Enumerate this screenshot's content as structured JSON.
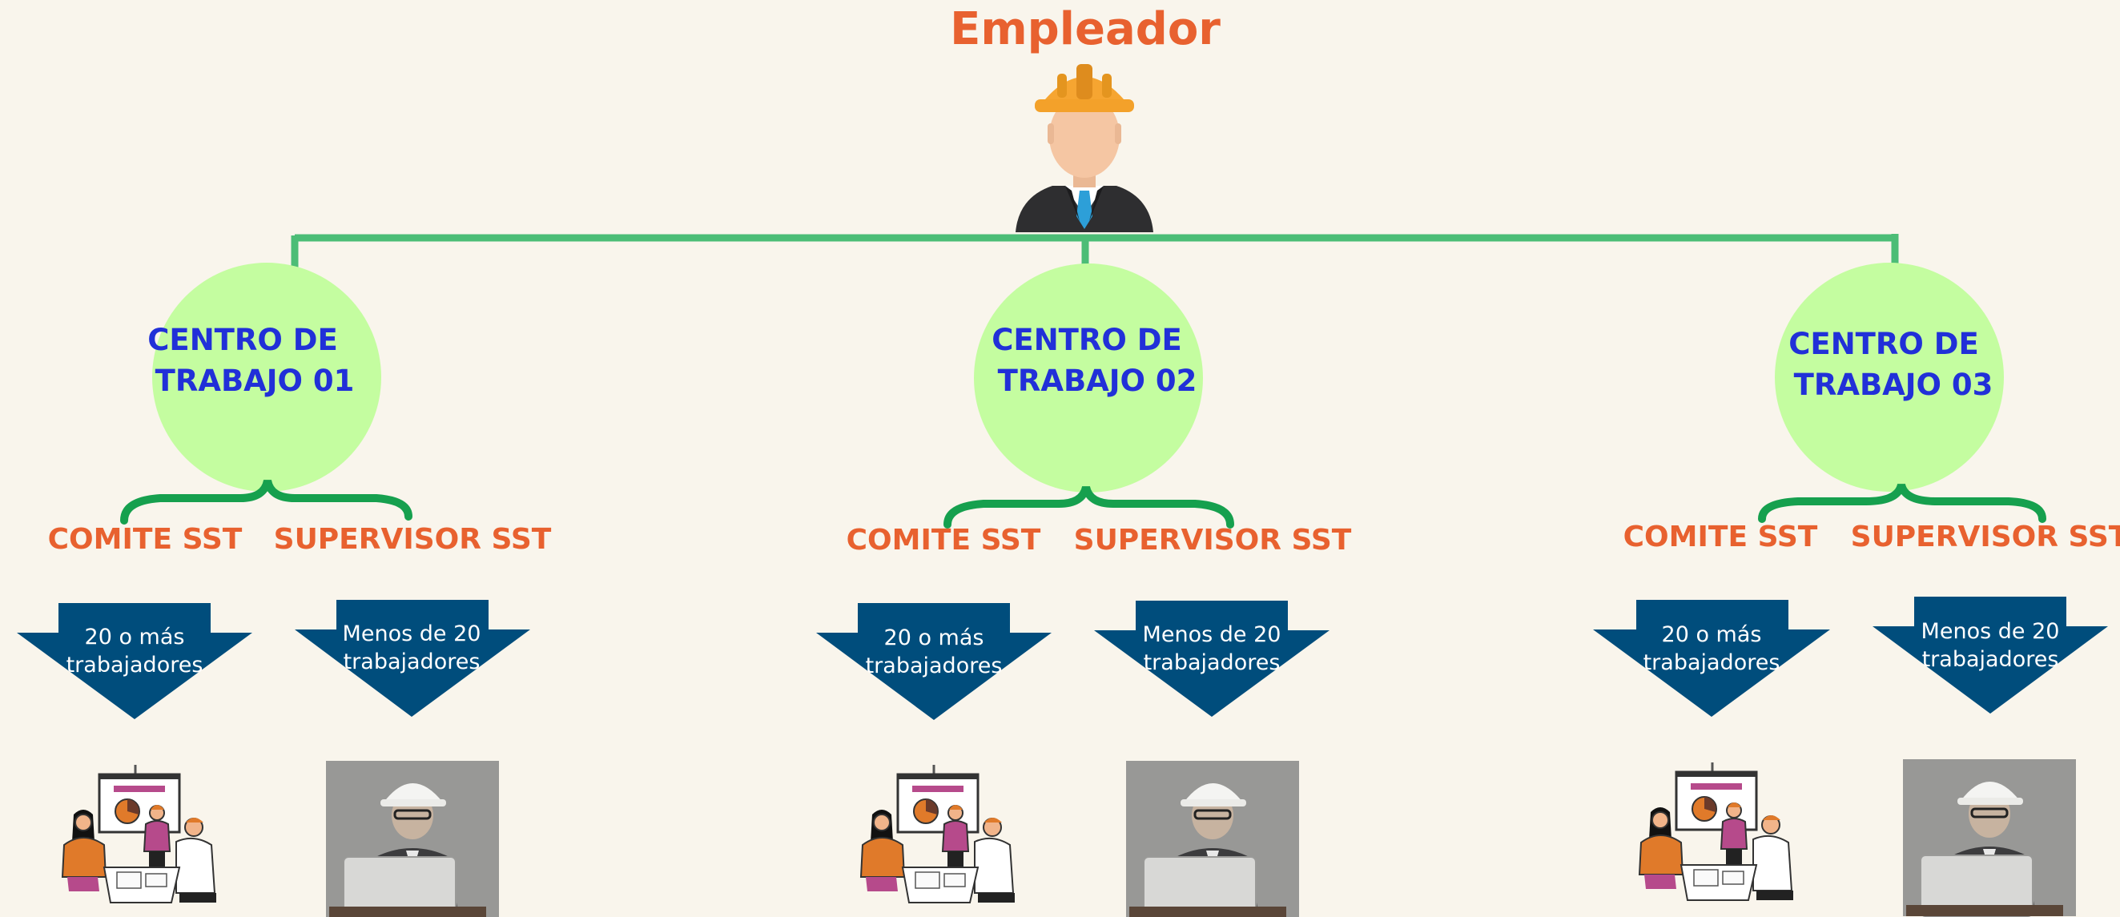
{
  "title": "Empleador",
  "centers": [
    {
      "line1": "CENTRO DE",
      "line2": "TRABAJO 01",
      "roles": [
        {
          "label": "COMITE SST",
          "arrow_line1": "20 o más",
          "arrow_line2": "trabajadores",
          "image": "meeting-illustration"
        },
        {
          "label": "SUPERVISOR SST",
          "arrow_line1": "Menos de 20",
          "arrow_line2": "trabajadores",
          "image": "supervisor-photo"
        }
      ]
    },
    {
      "line1": "CENTRO DE",
      "line2": "TRABAJO 02",
      "roles": [
        {
          "label": "COMITE SST",
          "arrow_line1": "20 o más",
          "arrow_line2": "trabajadores",
          "image": "meeting-illustration"
        },
        {
          "label": "SUPERVISOR SST",
          "arrow_line1": "Menos de 20",
          "arrow_line2": "trabajadores",
          "image": "supervisor-photo"
        }
      ]
    },
    {
      "line1": "CENTRO DE",
      "line2": "TRABAJO 03",
      "roles": [
        {
          "label": "COMITE SST",
          "arrow_line1": "20 o más",
          "arrow_line2": "trabajadores",
          "image": "meeting-illustration"
        },
        {
          "label": "SUPERVISOR SST",
          "arrow_line1": "Menos de 20",
          "arrow_line2": "trabajadores",
          "image": "supervisor-photo"
        }
      ]
    }
  ],
  "colors": {
    "background": "#f9f5ec",
    "title": "#e8612f",
    "connector": "#4cbd76",
    "brace": "#16a04e",
    "circle": "#c4fda0",
    "center_text": "#2130d8",
    "role_text": "#e8612f",
    "arrow": "#004d7c",
    "arrow_text": "#ffffff"
  }
}
